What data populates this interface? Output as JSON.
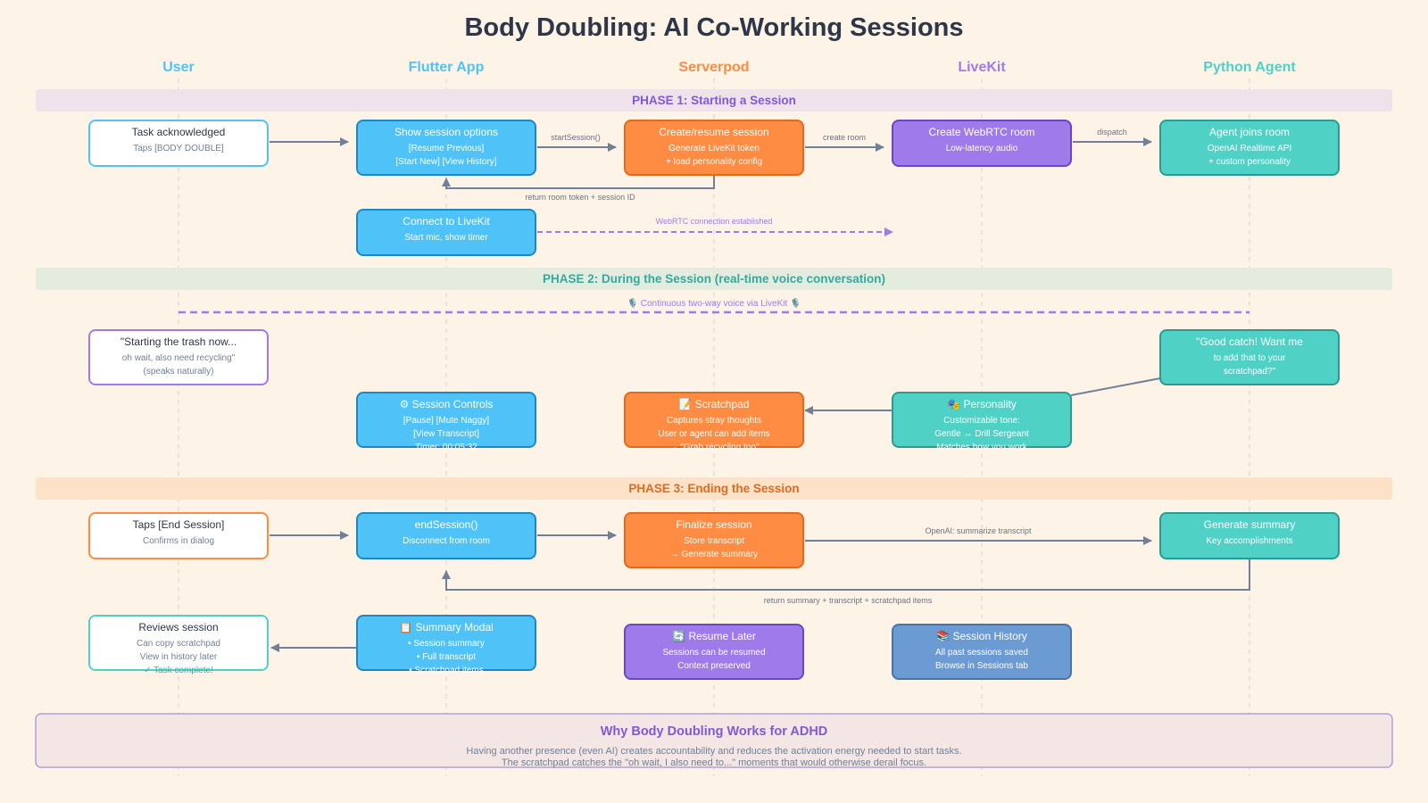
{
  "title": "Body Doubling: AI Co-Working Sessions",
  "colors": {
    "background": "#fdf4e7",
    "user": "#4fc3f7",
    "flutter": "#4fc3f7",
    "serverpod": "#ff8c42",
    "livekit": "#9f7aea",
    "python": "#4fd1c5",
    "arrow": "#718096",
    "history": "#6b9bd2"
  },
  "lanes": [
    {
      "id": "user",
      "label": "User"
    },
    {
      "id": "flutter",
      "label": "Flutter App"
    },
    {
      "id": "serverpod",
      "label": "Serverpod"
    },
    {
      "id": "livekit",
      "label": "LiveKit"
    },
    {
      "id": "python",
      "label": "Python Agent"
    }
  ],
  "phases": [
    {
      "id": "p1",
      "label": "PHASE 1: Starting a Session"
    },
    {
      "id": "p2",
      "label": "PHASE 2: During the Session (real-time voice conversation)"
    },
    {
      "id": "p3",
      "label": "PHASE 3: Ending the Session"
    }
  ],
  "voice_banner": "🎙️ Continuous two-way voice via LiveKit 🎙️",
  "nodes": {
    "task_ack": {
      "title": "Task acknowledged",
      "lines": [
        "Taps [BODY DOUBLE]"
      ]
    },
    "show_options": {
      "title": "Show session options",
      "lines": [
        "[Resume Previous]",
        "[Start New] [View History]"
      ]
    },
    "create_session": {
      "title": "Create/resume session",
      "lines": [
        "Generate LiveKit token",
        "+ load personality config"
      ]
    },
    "create_room": {
      "title": "Create WebRTC room",
      "lines": [
        "Low-latency audio"
      ]
    },
    "agent_joins": {
      "title": "Agent joins room",
      "lines": [
        "OpenAI Realtime API",
        "+ custom personality"
      ]
    },
    "connect_livekit": {
      "title": "Connect to LiveKit",
      "lines": [
        "Start mic, show timer"
      ]
    },
    "user_speech": {
      "title": "\"Starting the trash now...",
      "lines": [
        "oh wait, also need recycling\"",
        "(speaks naturally)"
      ]
    },
    "agent_reply": {
      "title": "\"Good catch! Want me",
      "lines": [
        "to add that to your",
        "scratchpad?\""
      ]
    },
    "session_controls": {
      "title": "⚙ Session Controls",
      "lines": [
        "[Pause] [Mute Naggy]",
        "[View Transcript]",
        "Timer: 00:05:32"
      ]
    },
    "scratchpad": {
      "title": "📝 Scratchpad",
      "lines": [
        "Captures stray thoughts",
        "User or agent can add items",
        "→ \"Grab recycling too\""
      ]
    },
    "personality": {
      "title": "🎭 Personality",
      "lines": [
        "Customizable tone:",
        "Gentle ↔ Drill Sergeant",
        "Matches how you work"
      ]
    },
    "end_tap": {
      "title": "Taps [End Session]",
      "lines": [
        "Confirms in dialog"
      ]
    },
    "end_session": {
      "title": "endSession()",
      "lines": [
        "Disconnect from room"
      ]
    },
    "finalize": {
      "title": "Finalize session",
      "lines": [
        "Store transcript",
        "→ Generate summary"
      ]
    },
    "gen_summary": {
      "title": "Generate summary",
      "lines": [
        "Key accomplishments"
      ]
    },
    "reviews": {
      "title": "Reviews session",
      "lines": [
        "Can copy scratchpad",
        "View in history later",
        "✓ Task complete!"
      ]
    },
    "summary_modal": {
      "title": "📋 Summary Modal",
      "lines": [
        "• Session summary",
        "• Full transcript",
        "• Scratchpad items"
      ]
    },
    "resume_later": {
      "title": "🔄 Resume Later",
      "lines": [
        "Sessions can be resumed",
        "Context preserved"
      ]
    },
    "session_history": {
      "title": "📚 Session History",
      "lines": [
        "All past sessions saved",
        "Browse in Sessions tab"
      ]
    }
  },
  "arrow_labels": {
    "start_session": "startSession()",
    "create_room": "create room",
    "dispatch": "dispatch",
    "return_token": "return room token + session ID",
    "webrtc": "WebRTC connection established",
    "summarize": "OpenAI: summarize transcript",
    "return_summary": "return summary + transcript + scratchpad items"
  },
  "footer": {
    "title": "Why Body Doubling Works for ADHD",
    "line1": "Having another presence (even AI) creates accountability and reduces the activation energy needed to start tasks.",
    "line2": "The scratchpad catches the \"oh wait, I also need to...\" moments that would otherwise derail focus."
  }
}
